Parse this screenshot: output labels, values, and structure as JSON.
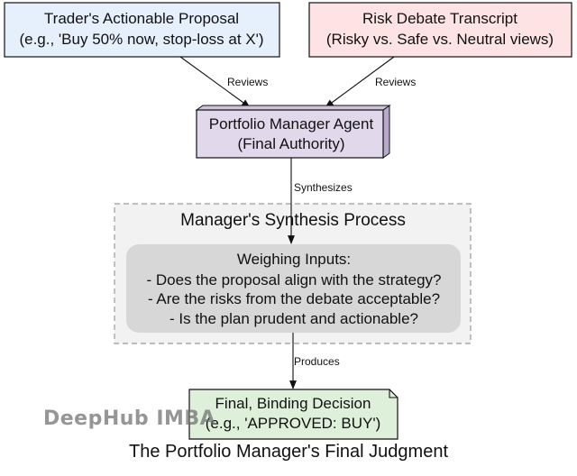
{
  "nodes": {
    "trader_proposal": {
      "line1": "Trader's Actionable Proposal",
      "line2": "(e.g., 'Buy 50% now, stop-loss at X')"
    },
    "risk_debate": {
      "line1": "Risk Debate Transcript",
      "line2": "(Risky vs. Safe vs. Neutral views)"
    },
    "portfolio_manager": {
      "line1": "Portfolio Manager Agent",
      "line2": "(Final Authority)"
    },
    "synthesis_cluster": {
      "title": "Manager's Synthesis Process"
    },
    "weighing_inputs": {
      "line1": "Weighing Inputs:",
      "line2": "- Does the proposal align with the strategy?",
      "line3": "- Are the risks from the debate acceptable?",
      "line4": "- Is the plan prudent and actionable?"
    },
    "final_decision": {
      "line1": "Final, Binding Decision",
      "line2": "(e.g., 'APPROVED: BUY')"
    }
  },
  "edges": {
    "trader_to_pm": "Reviews",
    "debate_to_pm": "Reviews",
    "pm_to_synthesis": "Synthesizes",
    "synthesis_to_decision": "Produces"
  },
  "caption": "The Portfolio Manager's Final Judgment",
  "watermark": "DeepHub IMBA",
  "colors": {
    "trader_fill": "#e6f0fd",
    "debate_fill": "#fde3e3",
    "manager_fill": "#e2d8ec",
    "manager_side": "#b9aac9",
    "cluster_fill": "#f2f2f2",
    "cluster_border": "#9a9a9a",
    "weighing_fill": "#d7d7d7",
    "decision_fill": "#dff0da"
  }
}
